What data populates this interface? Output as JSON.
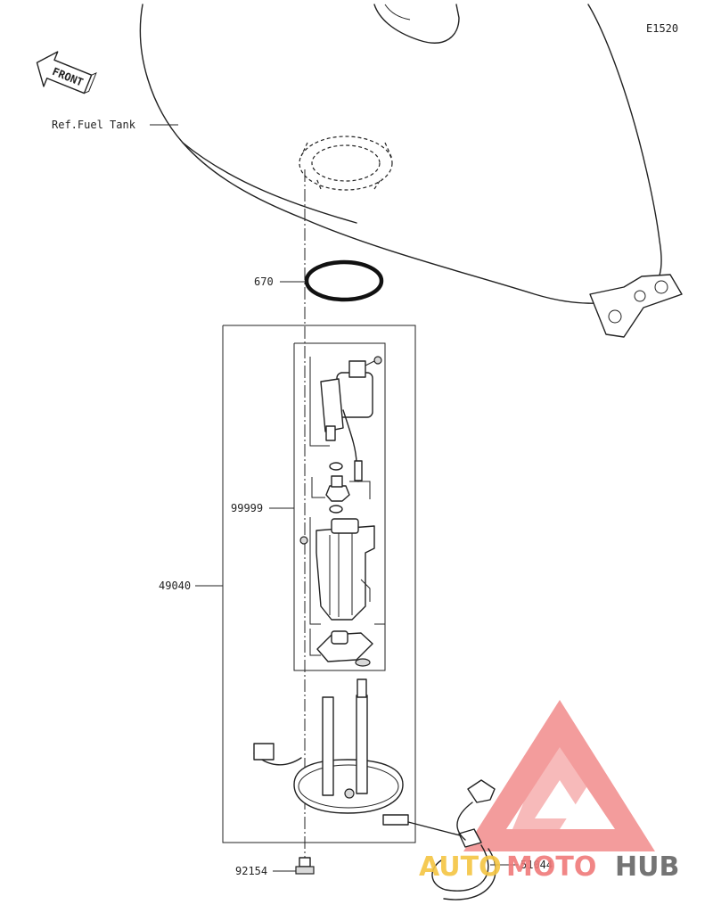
{
  "diagram_code": "E1520",
  "front_label": "FRONT",
  "ref_label": "Ref.Fuel Tank",
  "parts": {
    "gasket": "670",
    "pump_kit": "99999",
    "pump_assembly": "49040",
    "bolt": "92154",
    "hose": "51044"
  },
  "watermark": {
    "part1": "AUTO",
    "part2": "MOTO",
    "part3": "HUB",
    "color_primary": "#f07a7a",
    "color_accent": "#f5c542",
    "color_dark": "#666666"
  }
}
